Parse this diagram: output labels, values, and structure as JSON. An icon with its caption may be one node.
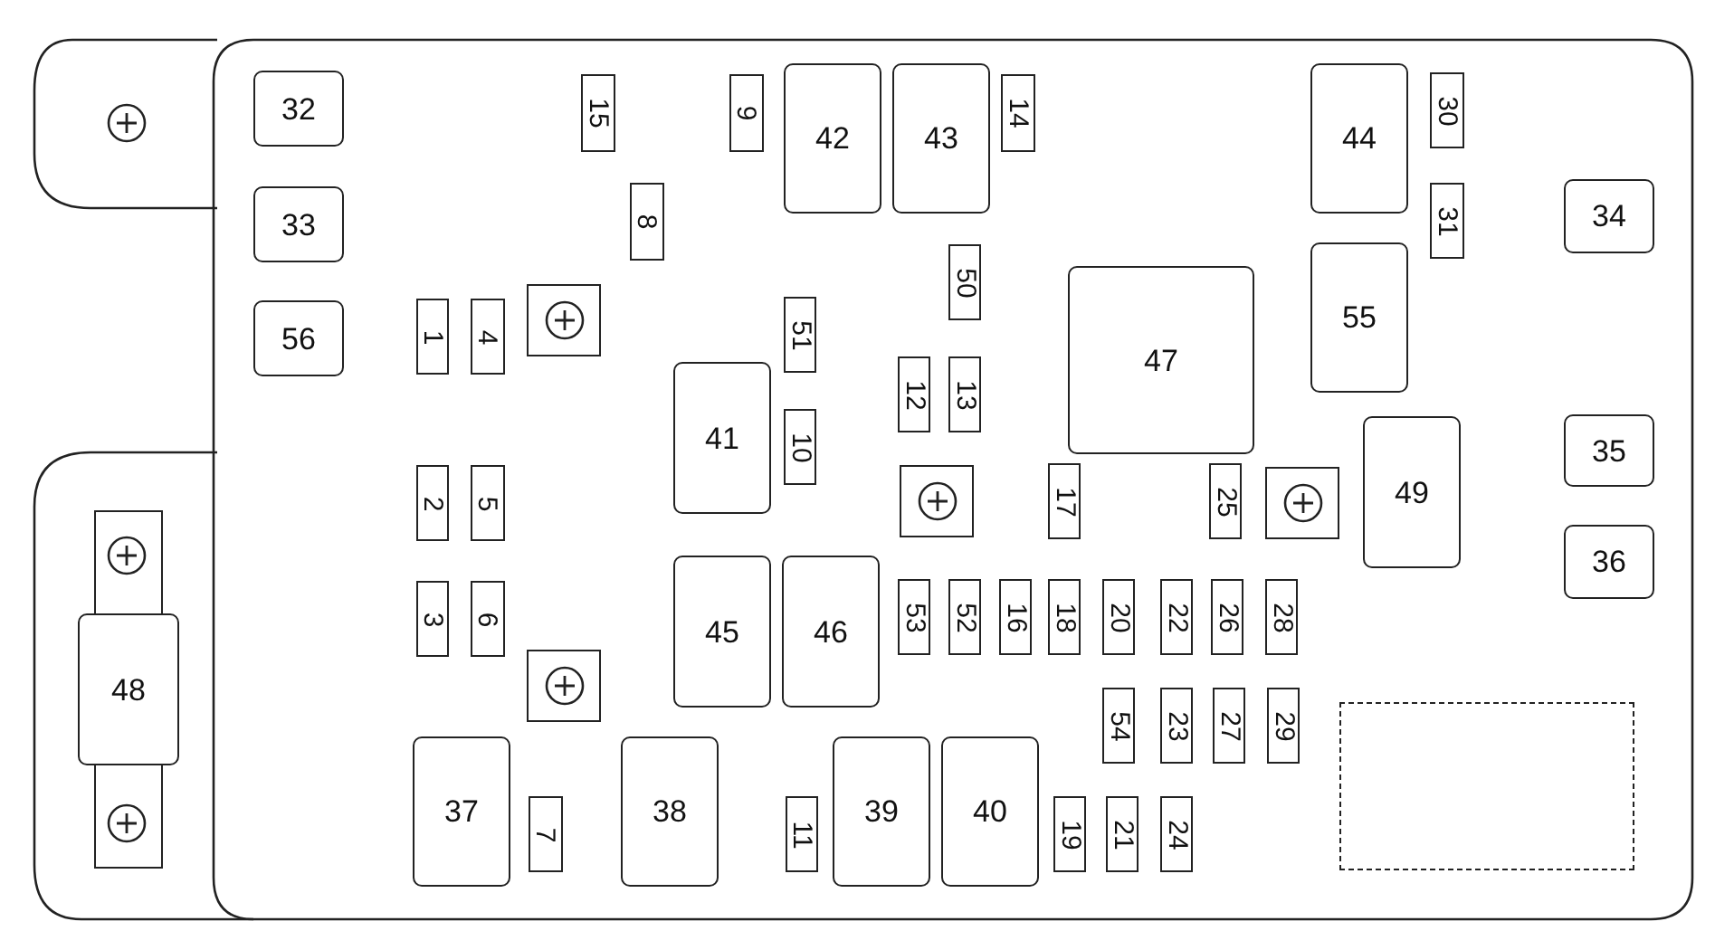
{
  "diagram": {
    "nodes": [
      {
        "text": [
          "32"
        ]
      },
      {
        "text": [
          "15"
        ]
      },
      {
        "text": [
          "9"
        ]
      },
      {
        "text": [
          "42"
        ]
      },
      {
        "text": [
          "43"
        ]
      },
      {
        "text": [
          "14"
        ]
      },
      {
        "text": [
          "44"
        ]
      },
      {
        "text": [
          "30"
        ]
      },
      {
        "text": [
          "33"
        ]
      },
      {
        "text": [
          "8"
        ]
      },
      {
        "text": [
          "31"
        ]
      },
      {
        "text": [
          "34"
        ]
      },
      {
        "text": [
          "56"
        ]
      },
      {
        "text": [
          "1"
        ]
      },
      {
        "text": [
          "4"
        ]
      },
      {
        "text": [
          "50"
        ]
      },
      {
        "text": [
          "47"
        ]
      },
      {
        "text": [
          "55"
        ]
      },
      {
        "text": [
          "51"
        ]
      },
      {
        "text": [
          "41"
        ]
      },
      {
        "text": [
          "12"
        ]
      },
      {
        "text": [
          "13"
        ]
      },
      {
        "text": [
          "10"
        ]
      },
      {
        "text": [
          "35"
        ]
      },
      {
        "text": [
          "2"
        ]
      },
      {
        "text": [
          "5"
        ]
      },
      {
        "text": [
          "17"
        ]
      },
      {
        "text": [
          "25"
        ]
      },
      {
        "text": [
          "49"
        ]
      },
      {
        "text": [
          "36"
        ]
      },
      {
        "text": [
          "3"
        ]
      },
      {
        "text": [
          "6"
        ]
      },
      {
        "text": [
          "45"
        ]
      },
      {
        "text": [
          "46"
        ]
      },
      {
        "text": [
          "53"
        ]
      },
      {
        "text": [
          "52"
        ]
      },
      {
        "text": [
          "16"
        ]
      },
      {
        "text": [
          "18"
        ]
      },
      {
        "text": [
          "20"
        ]
      },
      {
        "text": [
          "22"
        ]
      },
      {
        "text": [
          "26"
        ]
      },
      {
        "text": [
          "28"
        ]
      },
      {
        "text": [
          "54"
        ]
      },
      {
        "text": [
          "23"
        ]
      },
      {
        "text": [
          "27"
        ]
      },
      {
        "text": [
          "29"
        ]
      },
      {
        "text": [
          "48"
        ]
      },
      {
        "text": [
          "37"
        ]
      },
      {
        "text": [
          "7"
        ]
      },
      {
        "text": [
          "38"
        ]
      },
      {
        "text": [
          "11"
        ]
      },
      {
        "text": [
          "39"
        ]
      },
      {
        "text": [
          "40"
        ]
      },
      {
        "text": [
          "19"
        ]
      },
      {
        "text": [
          "21"
        ]
      },
      {
        "text": [
          "24"
        ]
      },
      {
        "text": [],
        "shape": "box"
      }
    ]
  }
}
